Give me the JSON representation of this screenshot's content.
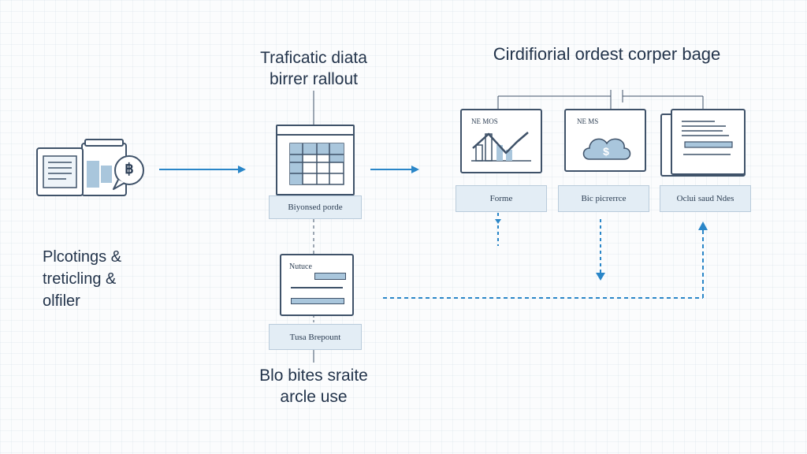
{
  "headings": {
    "top_center": [
      "Traficatic diata",
      "birrer rallout"
    ],
    "top_right": "Cirdifiorial ordest corper bage",
    "bottom_center": [
      "Blo bites sraite",
      "arcle use"
    ],
    "left": [
      "Plcotings &",
      "treticling &",
      "olfiler"
    ]
  },
  "center_node": {
    "caption": "Biyonsed porde"
  },
  "form_node": {
    "title": "Nutuce",
    "caption": "Tusa Brepount"
  },
  "cards": [
    {
      "title": "NE MOS",
      "icon": "line-chart-icon",
      "caption": "Forme"
    },
    {
      "title": "NE MS",
      "icon": "cloud-dollar-icon",
      "caption": "Bic picrerrce"
    },
    {
      "title": "",
      "icon": "document-lines-icon",
      "caption": "Oclui saud Ndes"
    }
  ],
  "source_icons": {
    "badge_symbol": "฿"
  },
  "colors": {
    "accent_blue": "#2a86c8",
    "stroke_dark": "#3f5269",
    "fill_light_blue": "#e3edf5",
    "fill_mid_blue": "#a9c6dc"
  }
}
